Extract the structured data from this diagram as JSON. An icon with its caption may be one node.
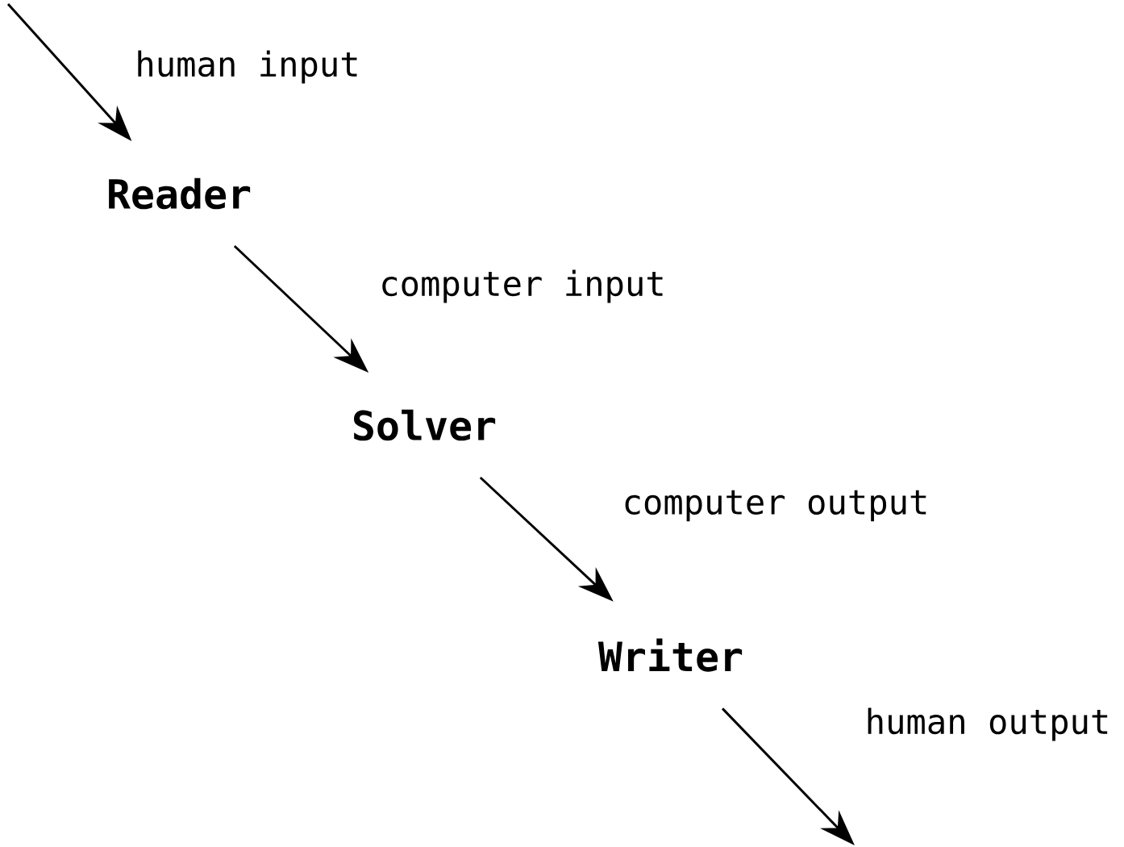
{
  "diagram": {
    "nodes": [
      {
        "text": [
          "Reader"
        ]
      },
      {
        "text": [
          "Solver"
        ]
      },
      {
        "text": [
          "Writer"
        ]
      }
    ],
    "edges": [
      {
        "from": null,
        "to": 0,
        "arrow": "to",
        "label": "human input"
      },
      {
        "from": 0,
        "to": 1,
        "arrow": "to",
        "label": "computer input"
      },
      {
        "from": 1,
        "to": 2,
        "arrow": "to",
        "label": "computer output"
      },
      {
        "from": 2,
        "to": null,
        "arrow": "to",
        "label": "human output"
      }
    ]
  }
}
